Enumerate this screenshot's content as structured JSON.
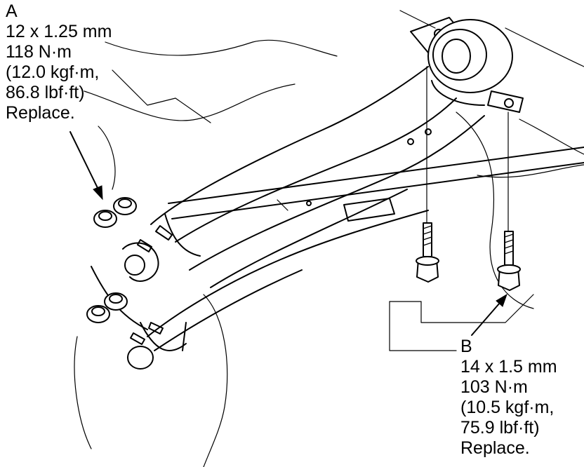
{
  "callouts": {
    "a": {
      "letter": "A",
      "size": "12 x 1.25 mm",
      "torque_nm": "118 N·m",
      "torque_kgfm": "(12.0 kgf·m,",
      "torque_lbfft": "86.8 lbf·ft)",
      "note": "Replace."
    },
    "b": {
      "letter": "B",
      "size": "14 x 1.5 mm",
      "torque_nm": "103 N·m",
      "torque_kgfm": "(10.5 kgf·m,",
      "torque_lbfft": "75.9 lbf·ft)",
      "note": "Replace."
    }
  }
}
